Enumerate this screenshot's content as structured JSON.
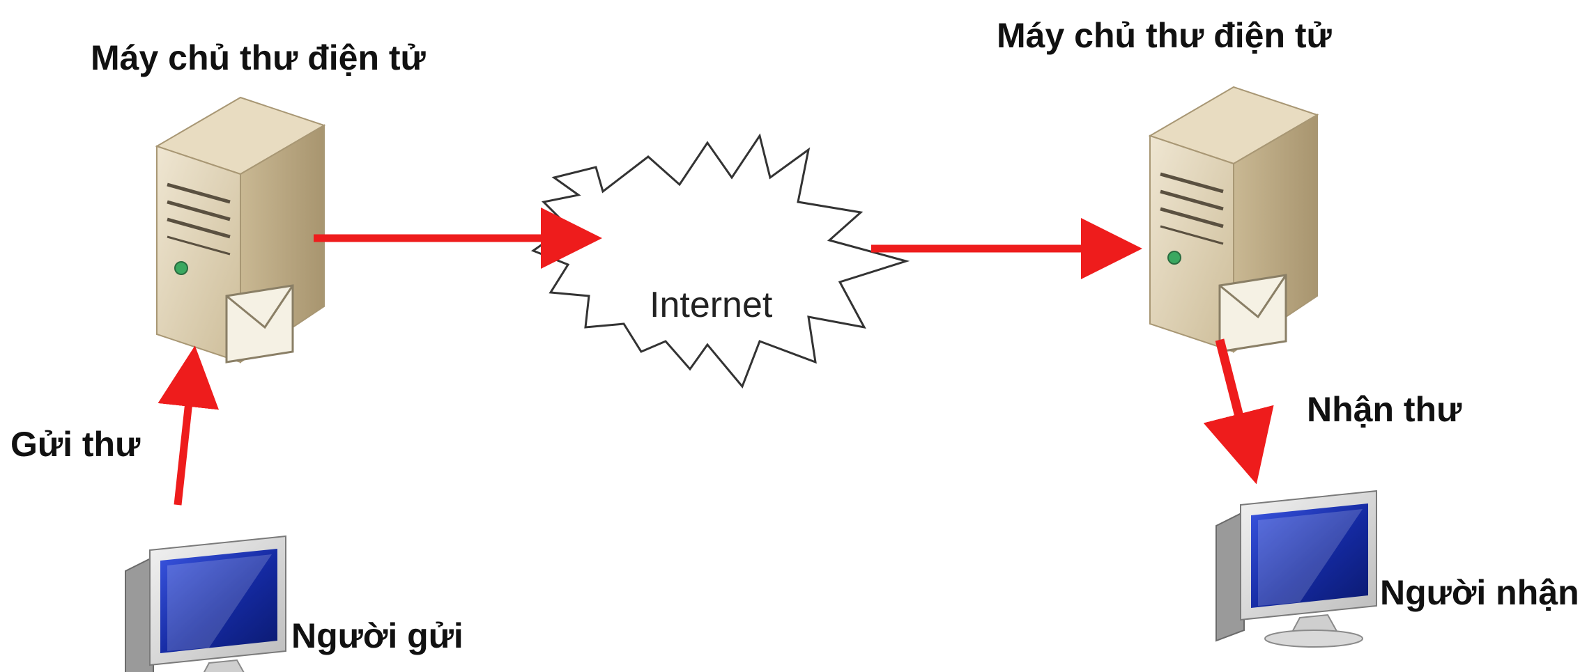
{
  "diagram": {
    "sender_server_label": "Máy chủ thư điện tử",
    "receiver_server_label": "Máy chủ thư điện tử",
    "internet_label": "Internet",
    "send_label": "Gửi thư",
    "receive_label": "Nhận thư",
    "sender_label": "Người gửi",
    "receiver_label": "Người nhận"
  },
  "colors": {
    "arrow": "#ee1c1c",
    "server_body": "#d9ccb0",
    "server_side": "#b3a281",
    "monitor_screen": "#1a2fa8",
    "cloud_stroke": "#333333"
  },
  "icons": {
    "server": "mail-server-icon",
    "computer": "desktop-computer-icon",
    "internet": "internet-burst-icon"
  }
}
